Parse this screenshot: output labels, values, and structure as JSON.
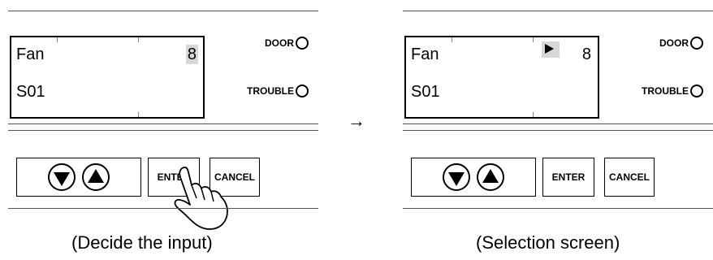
{
  "panels": [
    {
      "lcd": {
        "line1": "Fan",
        "value": "8",
        "line2": "S01",
        "cursor": false
      },
      "indicators": {
        "door": "DOOR",
        "trouble": "TROUBLE"
      },
      "buttons": {
        "enter": "ENTER",
        "cancel": "CANCEL"
      },
      "caption": "(Decide the input)",
      "hand_pointer": true
    },
    {
      "lcd": {
        "line1": "Fan",
        "value": "8",
        "line2": "S01",
        "cursor": true
      },
      "indicators": {
        "door": "DOOR",
        "trouble": "TROUBLE"
      },
      "buttons": {
        "enter": "ENTER",
        "cancel": "CANCEL"
      },
      "caption": "(Selection screen)",
      "hand_pointer": false
    }
  ],
  "transition_arrow": "→"
}
